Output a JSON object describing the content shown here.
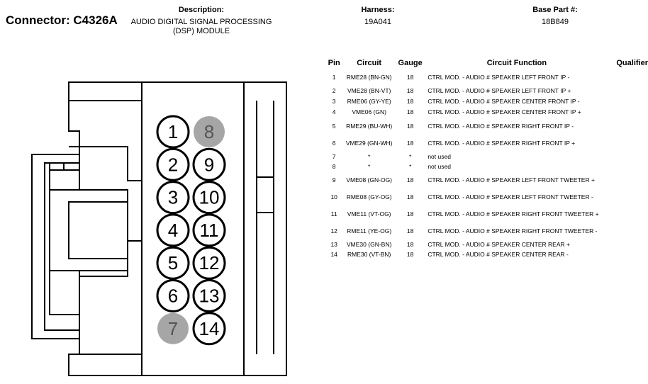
{
  "header": {
    "connector": "Connector: C4326A",
    "description_label": "Description:",
    "description_line1": "AUDIO DIGITAL SIGNAL PROCESSING",
    "description_line2": "(DSP) MODULE",
    "harness_label": "Harness:",
    "harness_value": "19A041",
    "base_part_label": "Base Part #:",
    "base_part_value": "18B849"
  },
  "table": {
    "headers": {
      "pin": "Pin",
      "circuit": "Circuit",
      "gauge": "Gauge",
      "function": "Circuit Function",
      "qualifier": "Qualifier"
    },
    "rows": [
      {
        "pin": "1",
        "circuit": "RME28 (BN-GN)",
        "gauge": "18",
        "function": "CTRL MOD. - AUDIO # SPEAKER LEFT FRONT IP -",
        "qualifier": ""
      },
      {
        "pin": "2",
        "circuit": "VME28 (BN-VT)",
        "gauge": "18",
        "function": "CTRL MOD. - AUDIO # SPEAKER LEFT FRONT IP +",
        "qualifier": ""
      },
      {
        "pin": "3",
        "circuit": "RME06 (GY-YE)",
        "gauge": "18",
        "function": "CTRL MOD. - AUDIO # SPEAKER CENTER FRONT IP -",
        "qualifier": ""
      },
      {
        "pin": "4",
        "circuit": "VME06 (GN)",
        "gauge": "18",
        "function": "CTRL MOD. - AUDIO # SPEAKER CENTER FRONT IP +",
        "qualifier": ""
      },
      {
        "pin": "5",
        "circuit": "RME29 (BU-WH)",
        "gauge": "18",
        "function": "CTRL MOD. - AUDIO # SPEAKER RIGHT FRONT IP -",
        "qualifier": ""
      },
      {
        "pin": "6",
        "circuit": "VME29 (GN-WH)",
        "gauge": "18",
        "function": "CTRL MOD. - AUDIO # SPEAKER RIGHT FRONT IP +",
        "qualifier": ""
      },
      {
        "pin": "7",
        "circuit": "*",
        "gauge": "*",
        "function": "not used",
        "qualifier": ""
      },
      {
        "pin": "8",
        "circuit": "*",
        "gauge": "*",
        "function": "not used",
        "qualifier": ""
      },
      {
        "pin": "9",
        "circuit": "VME08 (GN-OG)",
        "gauge": "18",
        "function": "CTRL MOD. - AUDIO # SPEAKER LEFT FRONT TWEETER +",
        "qualifier": ""
      },
      {
        "pin": "10",
        "circuit": "RME08 (GY-OG)",
        "gauge": "18",
        "function": "CTRL MOD. - AUDIO # SPEAKER LEFT FRONT TWEETER -",
        "qualifier": ""
      },
      {
        "pin": "11",
        "circuit": "VME11 (VT-OG)",
        "gauge": "18",
        "function": "CTRL MOD. - AUDIO # SPEAKER RIGHT FRONT TWEETER +",
        "qualifier": ""
      },
      {
        "pin": "12",
        "circuit": "RME11 (YE-OG)",
        "gauge": "18",
        "function": "CTRL MOD. - AUDIO # SPEAKER RIGHT FRONT TWEETER -",
        "qualifier": ""
      },
      {
        "pin": "13",
        "circuit": "VME30 (GN-BN)",
        "gauge": "18",
        "function": "CTRL MOD. - AUDIO # SPEAKER CENTER REAR +",
        "qualifier": ""
      },
      {
        "pin": "14",
        "circuit": "RME30 (VT-BN)",
        "gauge": "18",
        "function": "CTRL MOD. - AUDIO # SPEAKER CENTER REAR -",
        "qualifier": ""
      }
    ]
  },
  "connector_face": {
    "pins": [
      {
        "label": "1",
        "unused": false
      },
      {
        "label": "2",
        "unused": false
      },
      {
        "label": "3",
        "unused": false
      },
      {
        "label": "4",
        "unused": false
      },
      {
        "label": "5",
        "unused": false
      },
      {
        "label": "6",
        "unused": false
      },
      {
        "label": "7",
        "unused": true
      },
      {
        "label": "8",
        "unused": true
      },
      {
        "label": "9",
        "unused": false
      },
      {
        "label": "10",
        "unused": false
      },
      {
        "label": "11",
        "unused": false
      },
      {
        "label": "12",
        "unused": false
      },
      {
        "label": "13",
        "unused": false
      },
      {
        "label": "14",
        "unused": false
      }
    ],
    "unused_fill": "#a6a6a6"
  }
}
